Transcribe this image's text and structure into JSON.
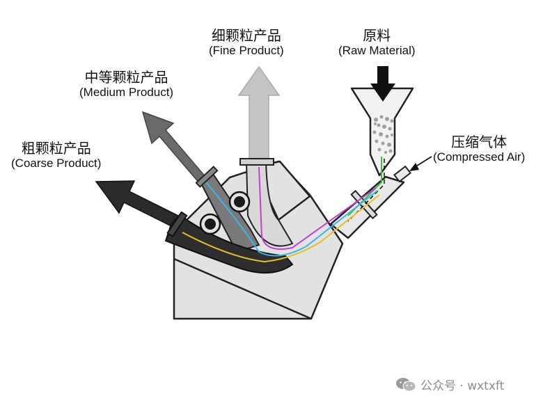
{
  "labels": {
    "fine": {
      "zh": "细颗粒产品",
      "en": "(Fine Product)"
    },
    "raw": {
      "zh": "原料",
      "en": "(Raw Material)"
    },
    "medium": {
      "zh": "中等颗粒产品",
      "en": "(Medium Product)"
    },
    "air": {
      "zh": "压缩气体",
      "en": "(Compressed Air)"
    },
    "coarse": {
      "zh": "粗颗粒产品",
      "en": "(Coarse Product)"
    }
  },
  "watermark": {
    "text": "公众号 · wxtxft",
    "icon": "wechat-icon"
  },
  "colors": {
    "fine_arrow": "#c4c4c4",
    "medium_arrow": "#6a6a6a",
    "coarse_arrow": "#2b2b2b",
    "body": "#e2e2e2",
    "stream_fine": "#c040d0",
    "stream_medium": "#38b8e8",
    "stream_coarse": "#e8c020",
    "stream_feed": "#3cc03c"
  }
}
